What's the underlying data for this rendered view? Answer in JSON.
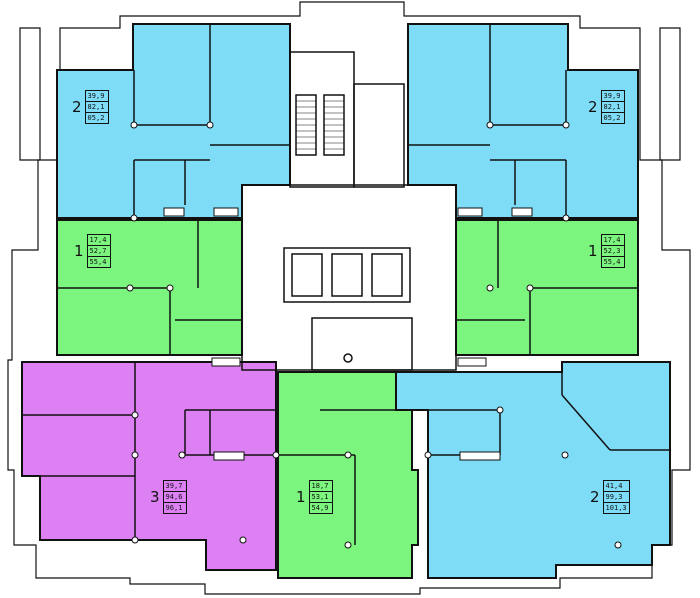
{
  "plan": {
    "colors": {
      "one_room": "#7cf57e",
      "two_room": "#7fdcf7",
      "three_room": "#dd80f3",
      "walls": "#111111",
      "common_area": "#ffffff"
    },
    "apartments": [
      {
        "id": "nw",
        "rooms": "2",
        "area_living": "39,9",
        "area_total": "82,1",
        "area_extra": "05,2",
        "color_key": "two_room"
      },
      {
        "id": "ne",
        "rooms": "2",
        "area_living": "39,9",
        "area_total": "82,1",
        "area_extra": "05,2",
        "color_key": "two_room"
      },
      {
        "id": "w",
        "rooms": "1",
        "area_living": "17,4",
        "area_total": "52,7",
        "area_extra": "55,4",
        "color_key": "one_room"
      },
      {
        "id": "e",
        "rooms": "1",
        "area_living": "17,4",
        "area_total": "52,3",
        "area_extra": "55,4",
        "color_key": "one_room"
      },
      {
        "id": "sw",
        "rooms": "3",
        "area_living": "39,7",
        "area_total": "94,6",
        "area_extra": "96,1",
        "color_key": "three_room"
      },
      {
        "id": "s",
        "rooms": "1",
        "area_living": "18,7",
        "area_total": "53,1",
        "area_extra": "54,9",
        "color_key": "one_room"
      },
      {
        "id": "se",
        "rooms": "2",
        "area_living": "41,4",
        "area_total": "99,3",
        "area_extra": "101,3",
        "color_key": "two_room"
      }
    ]
  }
}
